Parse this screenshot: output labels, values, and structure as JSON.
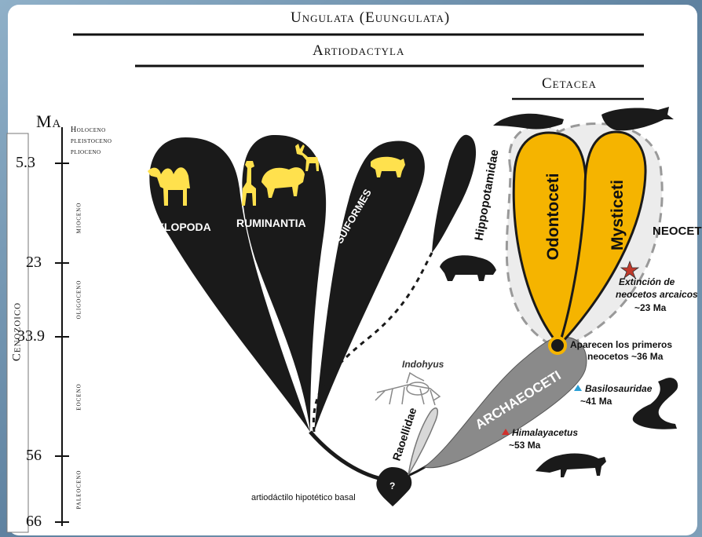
{
  "clades": {
    "ungulata": "Ungulata (Euungulata)",
    "artiodactyla": "Artiodactyla",
    "cetacea": "Cetacea"
  },
  "timescale": {
    "unit": "Ma",
    "era": "Cenozoico",
    "epochs": [
      "Holoceno",
      "pleistoceno",
      "plioceno",
      "mioceno",
      "oligoceno",
      "eoceno",
      "paleoceno"
    ],
    "ticks": [
      "5.3",
      "23",
      "33.9",
      "56",
      "66"
    ]
  },
  "groups": {
    "tylopoda": "TYLOPODA",
    "ruminantia": "RUMINANTIA",
    "suiformes": "SUIFORMES",
    "hippopotamidae": "Hippopotamidae",
    "odontoceti": "Odontoceti",
    "mysticeti": "Mysticeti",
    "neocet": "NEOCET",
    "archaeoceti": "ARCHAEOCETI",
    "raoellidae": "Raoellidae",
    "indohyus": "Indohyus",
    "basal_q": "?"
  },
  "annotations": {
    "extincion_1": "Extinción de",
    "extincion_2": "neocetos arcaicos",
    "extincion_3": "~23 Ma",
    "aparecen_1": "Aparecen los primeros",
    "aparecen_2": "neocetos ~36 Ma",
    "basilo_name": "Basilosauridae",
    "basilo_age": "~41 Ma",
    "himala_name": "Himalayacetus",
    "himala_age": "~53 Ma",
    "basal": "artiodáctilo hipotético basal"
  },
  "colors": {
    "black_clade": "#1a1a1a",
    "cetacean_yellow": "#f5b400",
    "archaeoceti_gray": "#8a8a8a",
    "silhouette_yellow": "#ffe14d",
    "star": "#c0392b",
    "triangle_blue": "#2a9fd6",
    "triangle_red": "#d0312d"
  },
  "icons": [
    "camel-icon",
    "giraffe-icon",
    "bison-icon",
    "deer-icon",
    "pig-icon",
    "hippo-icon",
    "whale-icon",
    "skeleton-icon",
    "basilosaurus-icon",
    "himalayacetus-icon",
    "star-icon",
    "triangle-icon"
  ]
}
